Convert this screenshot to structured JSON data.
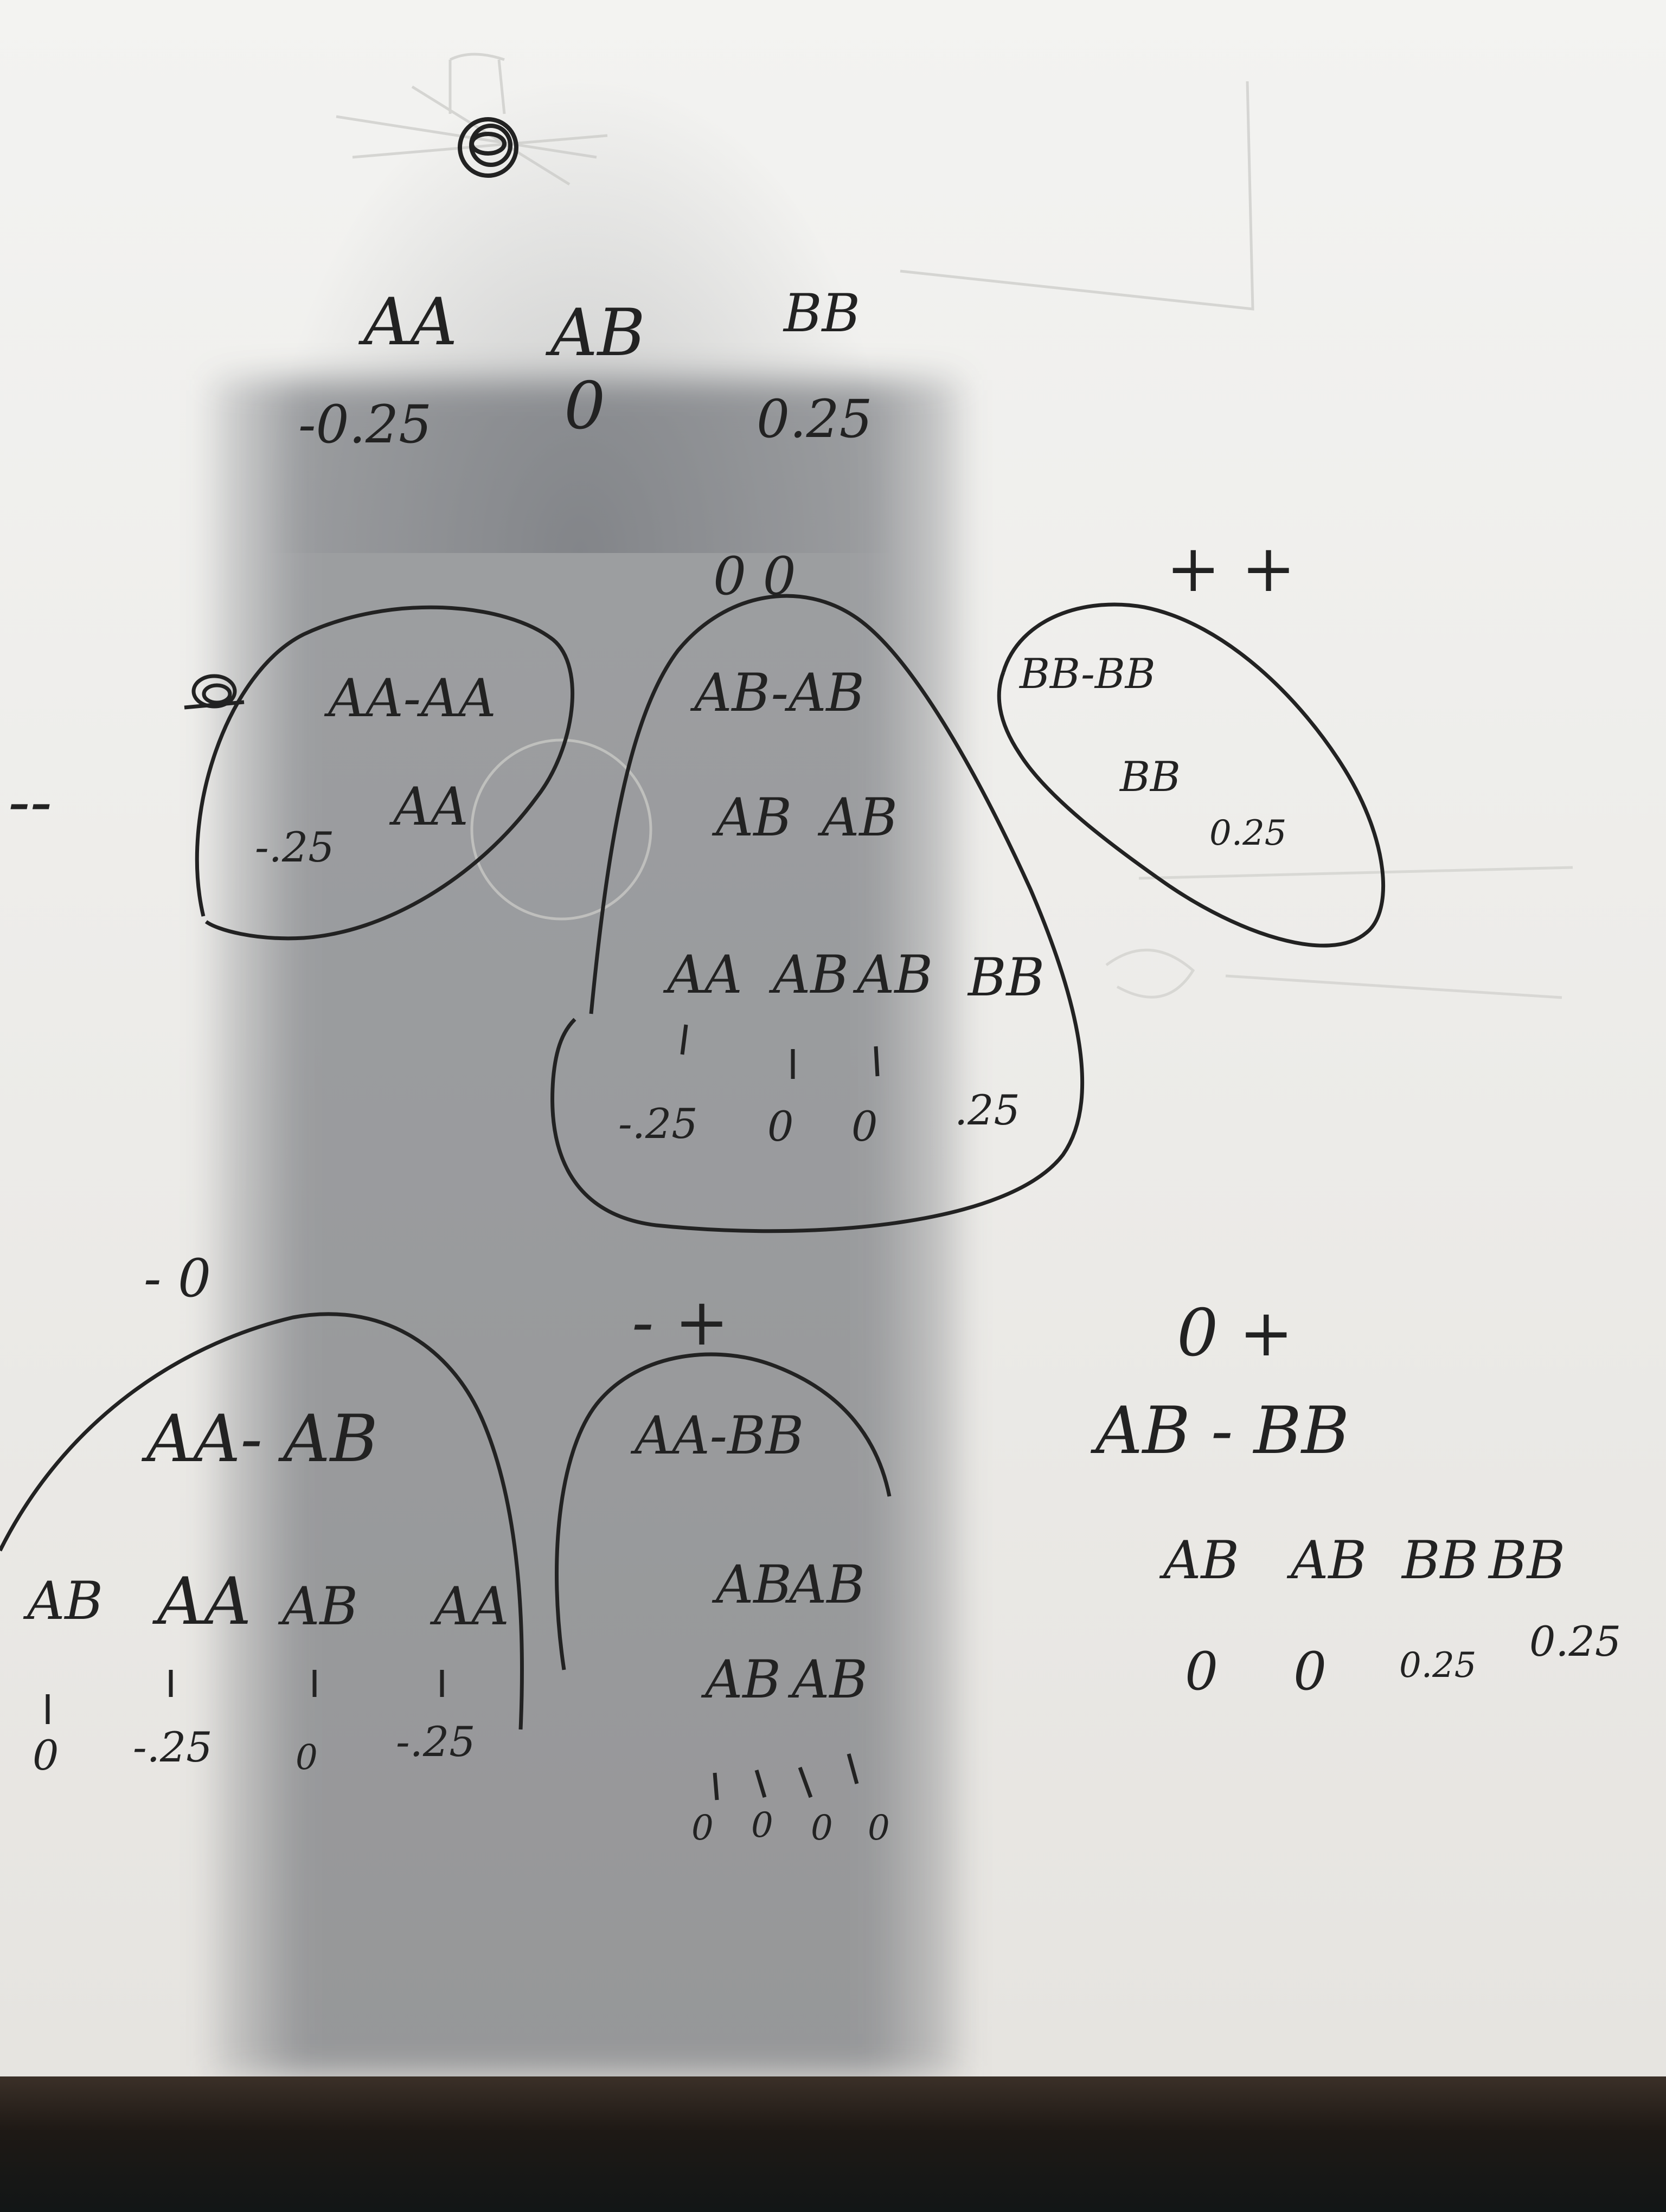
{
  "header": {
    "genotypes": [
      "AA",
      "AB",
      "BB"
    ],
    "values": [
      "-0.25",
      "0",
      "0.25"
    ]
  },
  "side_label": "--",
  "groups": {
    "minus_minus": {
      "pair": "AA-AA",
      "offspring": "AA",
      "value": "-.25"
    },
    "zero_zero": {
      "label": "0 0",
      "pair": "AB-AB",
      "gametes": [
        "AB",
        "AB"
      ],
      "offspring": [
        "AA",
        "AB",
        "AB",
        "BB"
      ],
      "values": [
        "-.25",
        "0",
        "0",
        ".25"
      ]
    },
    "plus_plus": {
      "label": "+ +",
      "pair": "BB-BB",
      "offspring": "BB",
      "value": "0.25"
    },
    "minus_zero": {
      "label": "- 0",
      "pair": "AA- AB",
      "offspring": [
        "AB",
        "AA",
        "AB",
        "AA"
      ],
      "values": [
        "0",
        "-.25",
        "0",
        "-.25"
      ]
    },
    "minus_plus": {
      "label": "- +",
      "pair": "AA-BB",
      "offspring": [
        "AB",
        "AB",
        "AB",
        "AB"
      ],
      "values": [
        "0",
        "0",
        "0",
        "0"
      ]
    },
    "zero_plus": {
      "label": "0 +",
      "pair": "AB - BB",
      "offspring": [
        "AB",
        "AB",
        "BB",
        "BB"
      ],
      "values": [
        "0",
        "0",
        "0.25",
        "0.25"
      ]
    }
  }
}
